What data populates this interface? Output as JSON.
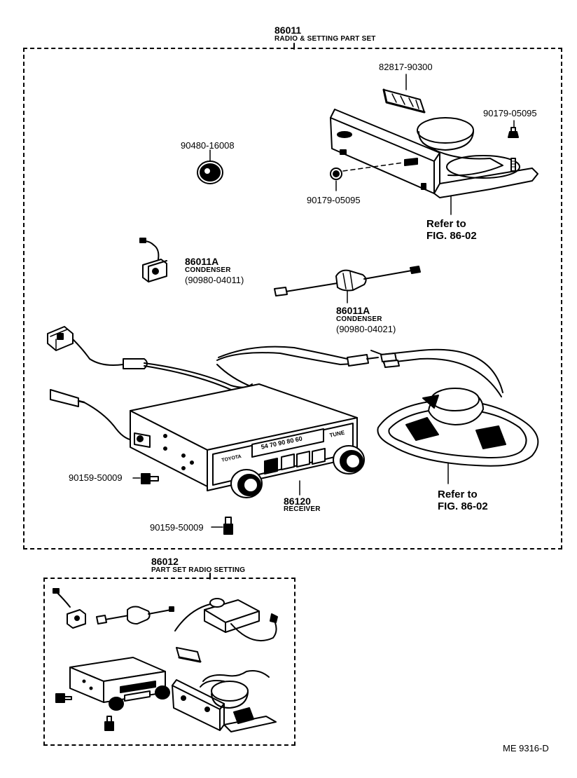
{
  "main_set": {
    "part_no": "86011",
    "title": "RADIO & SETTING PART SET"
  },
  "sub_set": {
    "part_no": "86012",
    "title": "PART SET RADIO SETTING"
  },
  "callouts": {
    "tape_part": "82817-90300",
    "nut_top_right": "90179-05095",
    "knob_part": "90480-16008",
    "nut_middle": "90179-05095",
    "condenser_a_code": "86011A",
    "condenser_a_name": "CONDENSER",
    "condenser_a_part": "(90980-04011)",
    "condenser_b_code": "86011A",
    "condenser_b_name": "CONDENSER",
    "condenser_b_part": "(90980-04021)",
    "screw_left": "90159-50009",
    "screw_bottom": "90159-50009",
    "receiver_code": "86120",
    "receiver_name": "RECEIVER"
  },
  "references": {
    "speaker_bracket_line1": "Refer to",
    "speaker_bracket_line2": "FIG. 86-02",
    "speaker_line1": "Refer to",
    "speaker_line2": "FIG. 86-02"
  },
  "receiver_face": {
    "dial_scale": "54 70 90 80 60",
    "brand": "TOYOTA",
    "tune_label": "TUNE"
  },
  "figure_code": "ME  9316-D"
}
